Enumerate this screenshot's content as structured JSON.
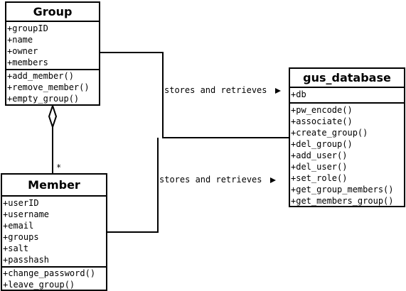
{
  "classes": {
    "group": {
      "name": "Group",
      "attributes": [
        "+groupID",
        "+name",
        "+owner",
        "+members"
      ],
      "methods": [
        "+add_member()",
        "+remove_member()",
        "+empty_group()"
      ]
    },
    "member": {
      "name": "Member",
      "attributes": [
        "+userID",
        "+username",
        "+email",
        "+groups",
        "+salt",
        "+passhash"
      ],
      "methods": [
        "+change_password()",
        "+leave_group()"
      ]
    },
    "gus_database": {
      "name": "gus_database",
      "attributes": [
        "+db"
      ],
      "methods": [
        "+pw_encode()",
        "+associate()",
        "+create_group()",
        "+del_group()",
        "+add_user()",
        "+del_user()",
        "+set_role()",
        "+get_group_members()",
        "+get_members_group()"
      ]
    }
  },
  "relations": {
    "group_to_db_label": "stores and retrieves",
    "member_to_db_label": "stores and retrieves",
    "aggregation_multiplicity": "*"
  },
  "colors": {
    "line": "#000000",
    "background": "#ffffff"
  }
}
